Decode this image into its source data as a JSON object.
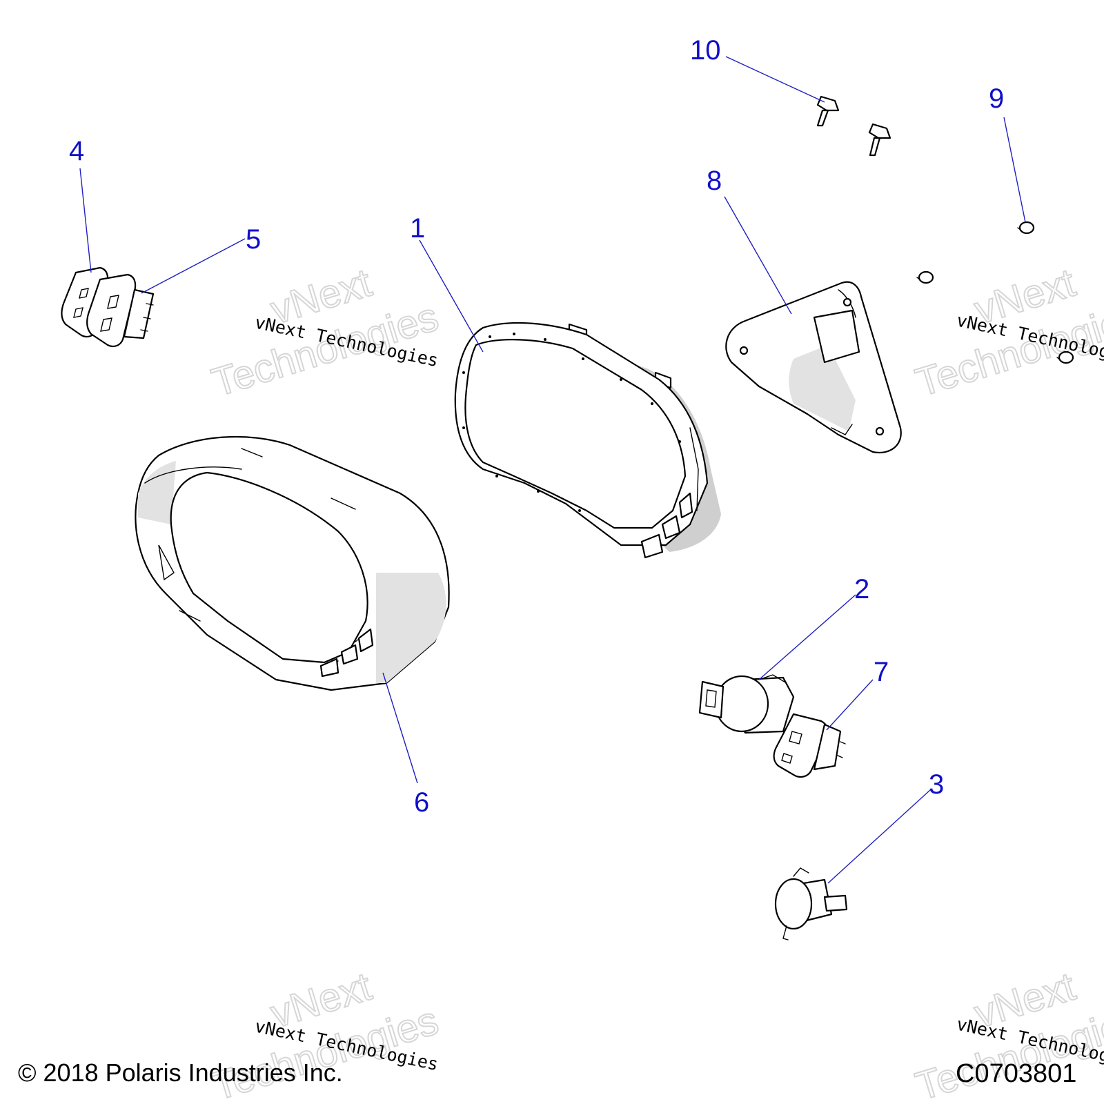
{
  "callouts": [
    {
      "id": "1",
      "label": "1"
    },
    {
      "id": "2",
      "label": "2"
    },
    {
      "id": "3",
      "label": "3"
    },
    {
      "id": "4",
      "label": "4"
    },
    {
      "id": "5",
      "label": "5"
    },
    {
      "id": "6",
      "label": "6"
    },
    {
      "id": "7",
      "label": "7"
    },
    {
      "id": "8",
      "label": "8"
    },
    {
      "id": "9",
      "label": "9"
    },
    {
      "id": "10",
      "label": "10"
    }
  ],
  "watermark": {
    "small_text": "vNext Technologies",
    "big_line1": "vNext",
    "big_line2": "Technologies"
  },
  "footer": {
    "copyright": "© 2018 Polaris Industries Inc.",
    "drawing_code": "C0703801"
  }
}
